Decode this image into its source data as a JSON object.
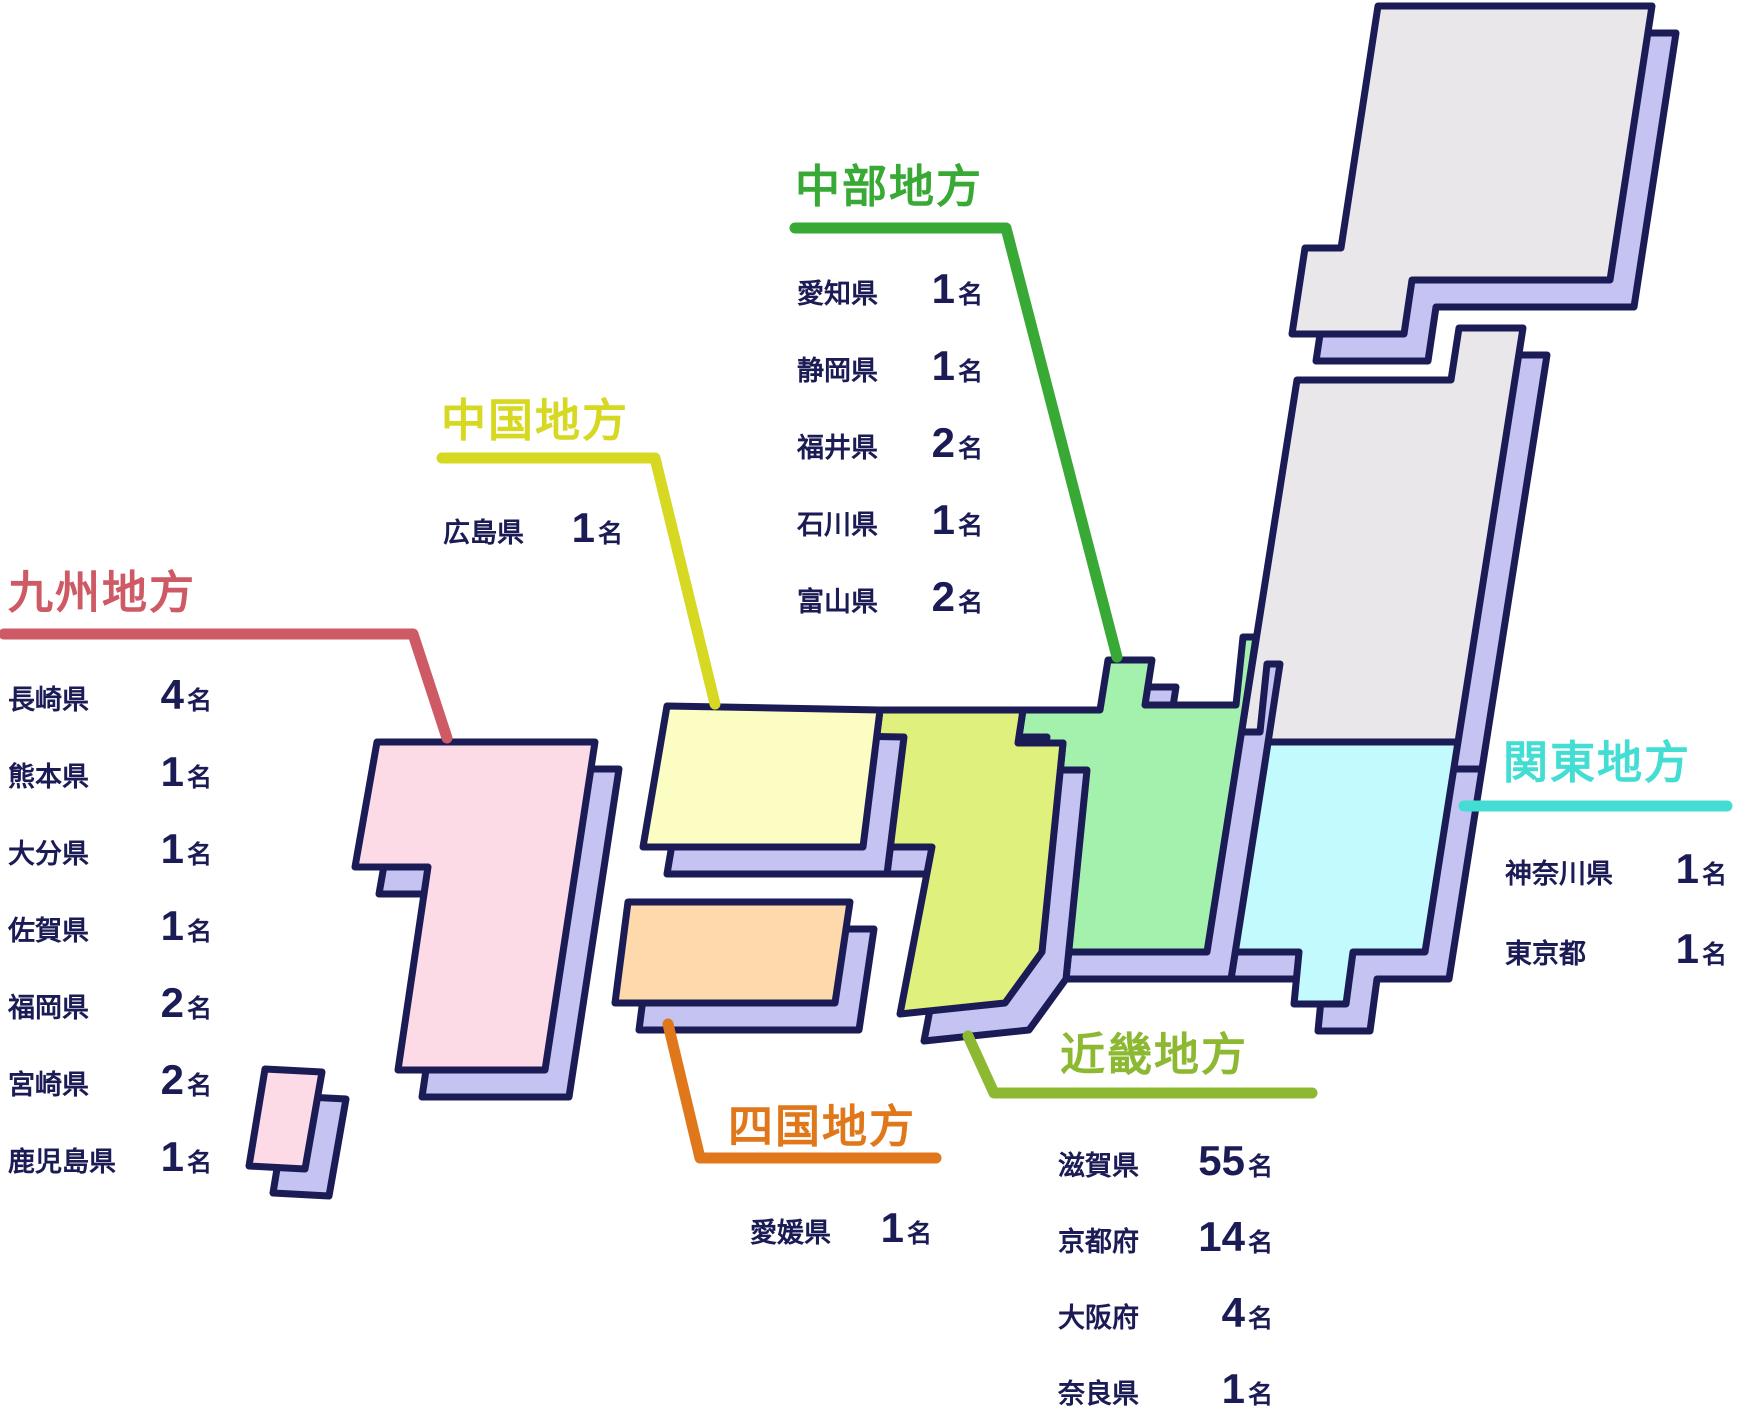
{
  "palette": {
    "navy": "#1b1b56",
    "side": "#c5c3f1",
    "background": "#ffffff",
    "hokkaido_block": "#e9e7ea",
    "tohoku_block": "#e9e7ea",
    "kanto_block": "#c3fafe",
    "chubu_block": "#a4f1ae",
    "kinki_block": "#dff07d",
    "chugoku_block": "#fbfdc3",
    "shikoku_block": "#fdd9ac",
    "kyushu_block": "#fcdbe7",
    "okinawa_block": "#fcdbe7"
  },
  "regions": {
    "kyushu": {
      "title": "九州地方",
      "color": "#cd5a64",
      "prefs": [
        {
          "name": "長崎県",
          "count": "4",
          "unit": "名"
        },
        {
          "name": "熊本県",
          "count": "1",
          "unit": "名"
        },
        {
          "name": "大分県",
          "count": "1",
          "unit": "名"
        },
        {
          "name": "佐賀県",
          "count": "1",
          "unit": "名"
        },
        {
          "name": "福岡県",
          "count": "2",
          "unit": "名"
        },
        {
          "name": "宮崎県",
          "count": "2",
          "unit": "名"
        },
        {
          "name": "鹿児島県",
          "count": "1",
          "unit": "名"
        }
      ]
    },
    "chugoku": {
      "title": "中国地方",
      "color": "#d6d821",
      "prefs": [
        {
          "name": "広島県",
          "count": "1",
          "unit": "名"
        }
      ]
    },
    "chubu": {
      "title": "中部地方",
      "color": "#39a935",
      "prefs": [
        {
          "name": "愛知県",
          "count": "1",
          "unit": "名"
        },
        {
          "name": "静岡県",
          "count": "1",
          "unit": "名"
        },
        {
          "name": "福井県",
          "count": "2",
          "unit": "名"
        },
        {
          "name": "石川県",
          "count": "1",
          "unit": "名"
        },
        {
          "name": "富山県",
          "count": "2",
          "unit": "名"
        }
      ]
    },
    "kinki": {
      "title": "近畿地方",
      "color": "#8cb832",
      "prefs": [
        {
          "name": "滋賀県",
          "count": "55",
          "unit": "名"
        },
        {
          "name": "京都府",
          "count": "14",
          "unit": "名"
        },
        {
          "name": "大阪府",
          "count": "4",
          "unit": "名"
        },
        {
          "name": "奈良県",
          "count": "1",
          "unit": "名"
        }
      ]
    },
    "kanto": {
      "title": "関東地方",
      "color": "#43ddd4",
      "prefs": [
        {
          "name": "神奈川県",
          "count": "1",
          "unit": "名"
        },
        {
          "name": "東京都",
          "count": "1",
          "unit": "名"
        }
      ]
    },
    "shikoku": {
      "title": "四国地方",
      "color": "#e0771b",
      "prefs": [
        {
          "name": "愛媛県",
          "count": "1",
          "unit": "名"
        }
      ]
    }
  }
}
